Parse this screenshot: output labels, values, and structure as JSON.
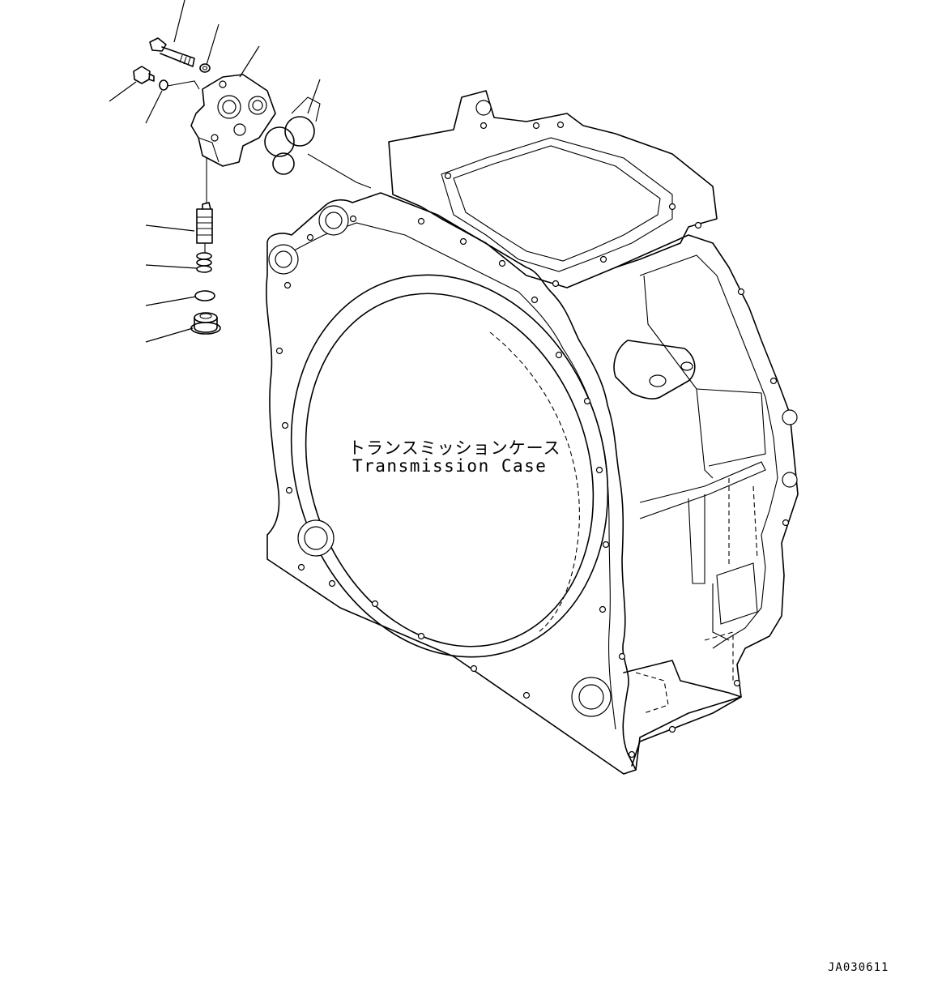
{
  "figure": {
    "case_label_jp": "トランスミッションケース",
    "case_label_en": "Transmission Case",
    "drawing_code": "JA030611"
  },
  "icons": {
    "case": "transmission-case-outline",
    "valve": "valve-body",
    "bolt": "bolt",
    "plug": "plug",
    "washer": "washer",
    "oring": "o-ring",
    "gasket": "gasket",
    "spool": "spool",
    "spring": "spring"
  }
}
